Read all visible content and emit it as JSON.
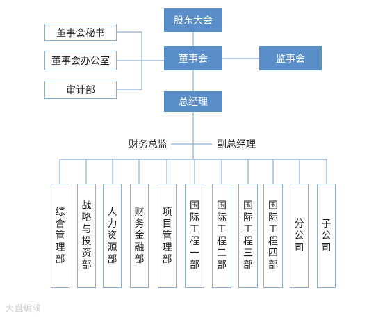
{
  "top": {
    "shareholders": "股东大会",
    "board": "董事会",
    "supervisory": "监事会",
    "gm": "总经理"
  },
  "board_side": {
    "secretary": "董事会秘书",
    "office": "董事会办公室",
    "audit": "审计部"
  },
  "gm_side": {
    "cfo": "财务总监",
    "deputy": "副总经理"
  },
  "departments": [
    {
      "label": "综合管理部",
      "cols": [
        "综合管理部"
      ]
    },
    {
      "label": "战略与投资部",
      "cols": [
        "战略与投资部"
      ]
    },
    {
      "label": "人力资源部",
      "cols": [
        "人力资源部"
      ]
    },
    {
      "label": "财务金融部",
      "cols": [
        "财务金融部"
      ]
    },
    {
      "label": "项目管理部",
      "cols": [
        "项目管理部"
      ]
    },
    {
      "label": "国际工程一部",
      "cols": [
        "国际工程一部"
      ]
    },
    {
      "label": "国际工程二部",
      "cols": [
        "国际工程二部"
      ]
    },
    {
      "label": "国际工程三部",
      "cols": [
        "国际工程三部"
      ]
    },
    {
      "label": "国际工程四部",
      "cols": [
        "国际工程四部"
      ]
    },
    {
      "label": "分公司",
      "cols": [
        "分公司"
      ]
    },
    {
      "label": "子公司",
      "cols": [
        "子公司"
      ]
    }
  ],
  "watermark": "大盘编辑",
  "colors": {
    "accent": "#5a8ec8",
    "line": "#8eaed4"
  }
}
